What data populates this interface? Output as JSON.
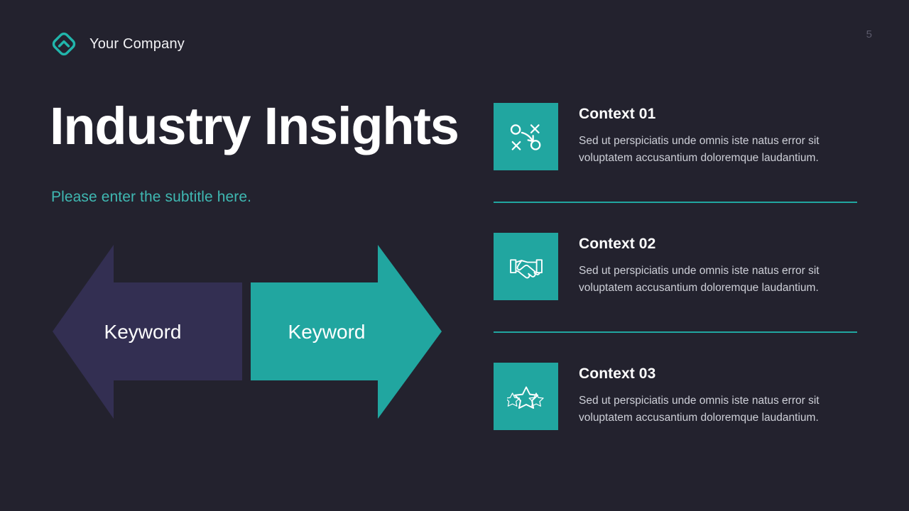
{
  "header": {
    "brand_name": "Your Company",
    "logo_icon": "diamond-chevron-logo",
    "page_number": "5"
  },
  "main": {
    "title": "Industry Insights",
    "subtitle": "Please enter the subtitle here."
  },
  "diagram": {
    "left_arrow": {
      "label": "Keyword",
      "color": "#332f52",
      "direction": "left"
    },
    "right_arrow": {
      "label": "Keyword",
      "color": "#21a6a0",
      "direction": "right"
    }
  },
  "context_items": [
    {
      "title": "Context 01",
      "description": "Sed ut perspiciatis unde omnis iste natus error sit voluptatem accusantium doloremque laudantium.",
      "icon": "strategy-playbook-icon"
    },
    {
      "title": "Context 02",
      "description": "Sed ut perspiciatis unde omnis iste natus error sit voluptatem accusantium doloremque laudantium.",
      "icon": "handshake-icon"
    },
    {
      "title": "Context 03",
      "description": "Sed ut perspiciatis unde omnis iste natus error sit voluptatem accusantium doloremque laudantium.",
      "icon": "three-stars-icon"
    }
  ],
  "colors": {
    "background": "#23222e",
    "accent_teal": "#21a6a0",
    "subtitle_teal": "#3fb8b2",
    "arrow_purple": "#332f52"
  }
}
